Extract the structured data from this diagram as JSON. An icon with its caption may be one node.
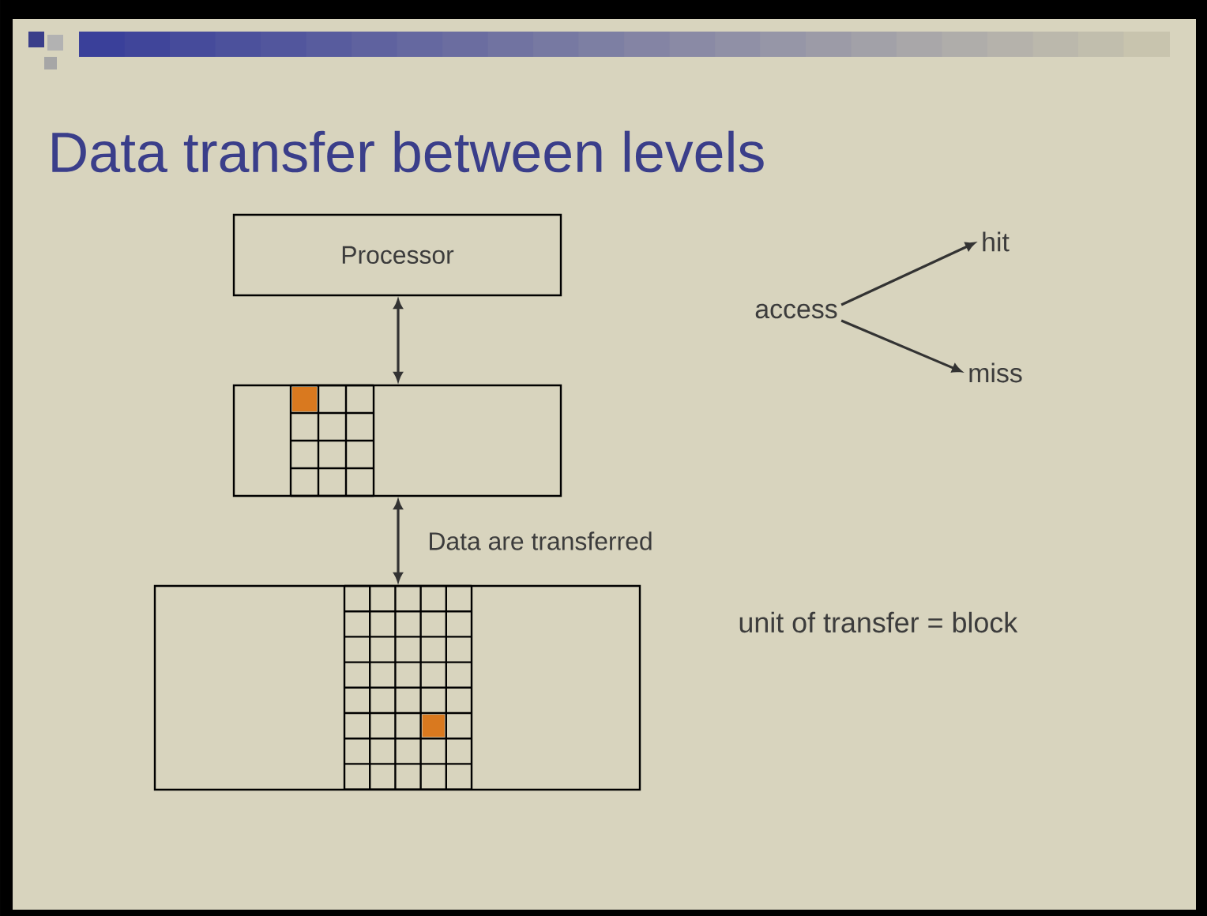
{
  "diagram": {
    "title": "Data transfer between levels",
    "nodes": [
      {
        "text": [
          "Processor"
        ]
      },
      {
        "text": [],
        "shape": "box"
      },
      {
        "text": [],
        "shape": "box"
      },
      {
        "text": [
          "access"
        ]
      },
      {
        "text": [
          "hit"
        ]
      },
      {
        "text": [
          "miss"
        ]
      }
    ],
    "edges": [
      {
        "from": 0,
        "to": 1,
        "arrow": "both"
      },
      {
        "from": 1,
        "to": 2,
        "arrow": "both",
        "label": "Data are transferred"
      },
      {
        "from": 3,
        "to": 4,
        "arrow": "to"
      },
      {
        "from": 3,
        "to": 5,
        "arrow": "to"
      }
    ],
    "labels": [
      "unit of transfer = block"
    ]
  }
}
